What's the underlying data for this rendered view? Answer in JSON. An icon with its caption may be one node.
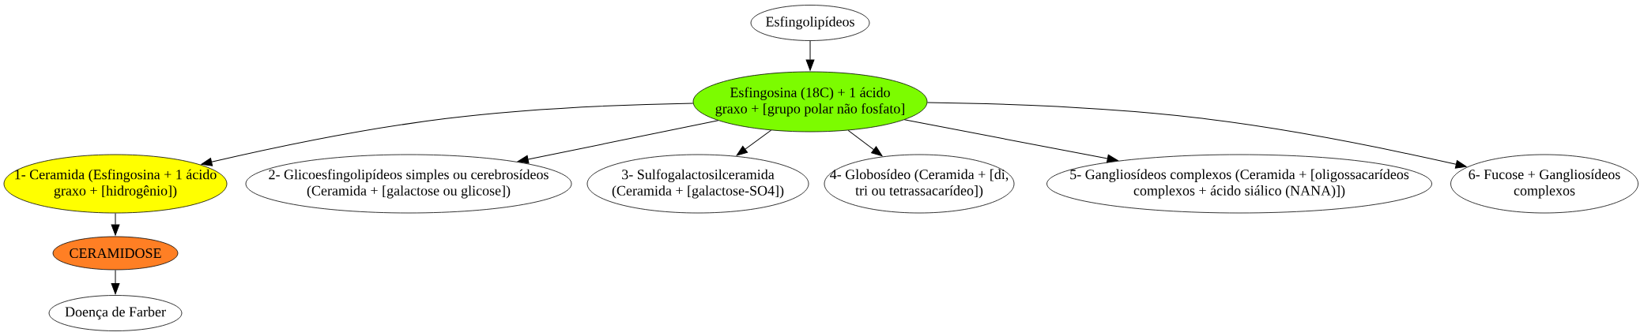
{
  "diagram": {
    "nodes": [
      {
        "text": [
          "Esfingolipídeos"
        ]
      },
      {
        "text": [
          "Esfingosina (18C) + 1 ácido graxo + [grupo polar não fosfato]"
        ]
      },
      {
        "text": [
          "1- Ceramida (Esfingosina + 1 ácido graxo + [hidrogênio])"
        ]
      },
      {
        "text": [
          "2- Glicoesfingolipídeos simples ou cerebrosídeos (Ceramida + [galactose ou glicose])"
        ]
      },
      {
        "text": [
          "3- Sulfogalactosilceramida (Ceramida + [galactose-SO4])"
        ]
      },
      {
        "text": [
          "4- Globosídeo (Ceramida + [di, tri ou tetrassacarídeo])"
        ]
      },
      {
        "text": [
          "5- Gangliosídeos complexos (Ceramida + [oligossacarídeos complexos + ácido siálico (NANA)])"
        ]
      },
      {
        "text": [
          "6- Fucose + Gangliosídeos complexos"
        ]
      },
      {
        "text": [
          "CERAMIDOSE"
        ]
      },
      {
        "text": [
          "Doença de Farber"
        ]
      }
    ],
    "edges": [
      {
        "from": 0,
        "to": 1,
        "arrow": "to"
      },
      {
        "from": 1,
        "to": 2,
        "arrow": "to"
      },
      {
        "from": 1,
        "to": 3,
        "arrow": "to"
      },
      {
        "from": 1,
        "to": 4,
        "arrow": "to"
      },
      {
        "from": 1,
        "to": 5,
        "arrow": "to"
      },
      {
        "from": 1,
        "to": 6,
        "arrow": "to"
      },
      {
        "from": 1,
        "to": 7,
        "arrow": "to"
      },
      {
        "from": 2,
        "to": 8,
        "arrow": "to"
      },
      {
        "from": 8,
        "to": 9,
        "arrow": "to"
      }
    ]
  }
}
